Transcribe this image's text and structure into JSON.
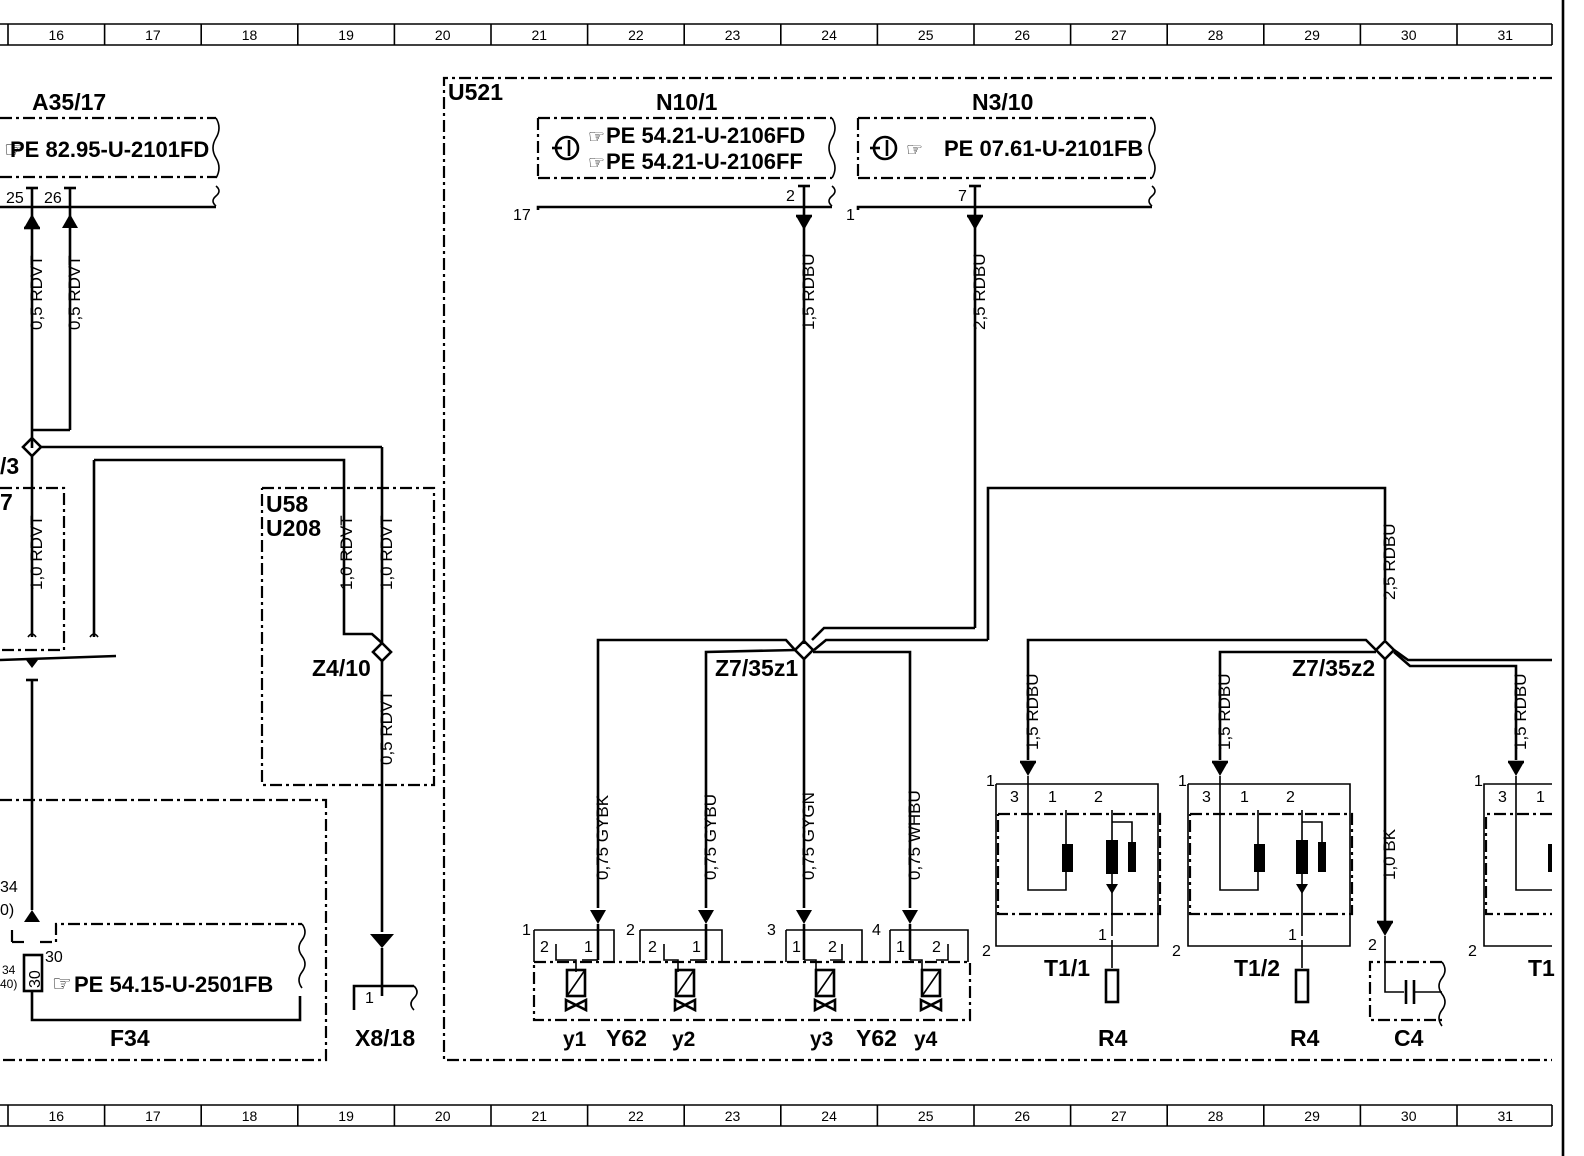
{
  "ruler": [
    "16",
    "17",
    "18",
    "19",
    "20",
    "21",
    "22",
    "23",
    "24",
    "25",
    "26",
    "27",
    "28",
    "29",
    "30",
    "31"
  ],
  "components": {
    "a35_17": "A35/17",
    "u521": "U521",
    "n10_1": "N10/1",
    "n3_10": "N3/10",
    "u58": "U58",
    "u208": "U208",
    "z4_10": "Z4/10",
    "z7_35z1": "Z7/35z1",
    "z7_35z2": "Z7/35z2",
    "f34": "F34",
    "x8_18": "X8/18",
    "y62_left": "Y62",
    "y62_right": "Y62",
    "t1_1": "T1/1",
    "t1_2": "T1/2",
    "t1_3": "T1",
    "r4_a": "R4",
    "r4_b": "R4",
    "c4": "C4",
    "partial_3": "/3"
  },
  "refs": {
    "a35_17": "PE  82.95-U-2101FD",
    "n10_1_a": "PE  54.21-U-2106FD",
    "n10_1_b": "PE  54.21-U-2106FF",
    "n3_10": "PE  07.61-U-2101FB",
    "f34": "PE  54.15-U-2501FB"
  },
  "wires": {
    "a35_p25": "0,5 RDVT",
    "a35_p26": "0,5 RDVT",
    "left_1_0": "1,0 RDVT",
    "u58_in": "1,0 RDVT",
    "u58_in2": "1,0 RDVT",
    "u58_out": "0,5 RDVT",
    "n10_out": "1,5 RDBU",
    "n3_out": "2,5 RDBU",
    "z2_feed": "2,5 RDBU",
    "y1": "0,75 GYBK",
    "y2": "0,75 GYBU",
    "y3": "0,75 GYGN",
    "y4": "0,75 WHBU",
    "t11": "1,5 RDBU",
    "t12": "1,5 RDBU",
    "t13": "1,5 RDBU",
    "c4": "1,0 BK"
  },
  "pins": {
    "a35_25": "25",
    "a35_26": "26",
    "n10_17": "17",
    "n10_2": "2",
    "n3_1": "1",
    "n3_7": "7",
    "f34_34": "34",
    "f34_paren": "0)",
    "f34_30": "30",
    "f34_30b": "30",
    "f34_34b": "34",
    "f34_40": "40)",
    "x8_1": "1",
    "y1_idx": "1",
    "y2_idx": "2",
    "y3_idx": "3",
    "y4_idx": "4",
    "y1_a": "2",
    "y1_b": "1",
    "y2_a": "2",
    "y2_b": "1",
    "y3_a": "1",
    "y3_b": "2",
    "y4_a": "1",
    "y4_b": "2",
    "t11_1": "1",
    "t11_3": "3",
    "t11_p1": "1",
    "t11_p2": "2",
    "t11_b1": "1",
    "t11_2": "2",
    "t12_1": "1",
    "t12_3": "3",
    "t12_p1": "1",
    "t12_p2": "2",
    "t12_b1": "1",
    "t12_2": "2",
    "t13_1": "1",
    "t13_3": "3",
    "t13_p1": "1",
    "t13_2": "2",
    "c4_2": "2"
  },
  "valves": {
    "y1": "y1",
    "y2": "y2",
    "y3": "y3",
    "y4": "y4"
  }
}
